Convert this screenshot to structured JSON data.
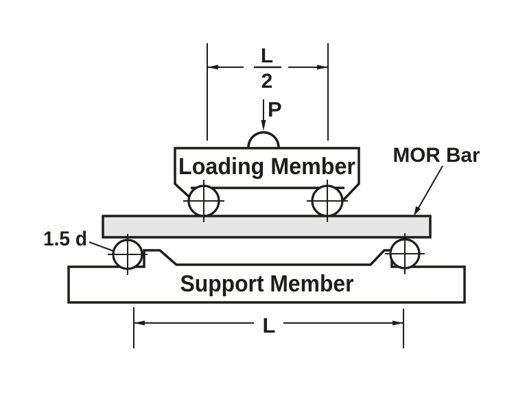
{
  "figure": {
    "type": "engineering-diagram",
    "subject": "MOR four-point bend test fixture",
    "labels": {
      "half_span_numerator": "L",
      "half_span_denominator": "2",
      "load_point": "P",
      "loading_member": "Loading Member",
      "mor_bar": "MOR Bar",
      "roller_offset": "1.5 d",
      "support_member": "Support Member",
      "span": "L"
    },
    "colors": {
      "line": "#1d1d1b",
      "bar_fill": "#e6e6e6",
      "background": "#ffffff"
    }
  }
}
